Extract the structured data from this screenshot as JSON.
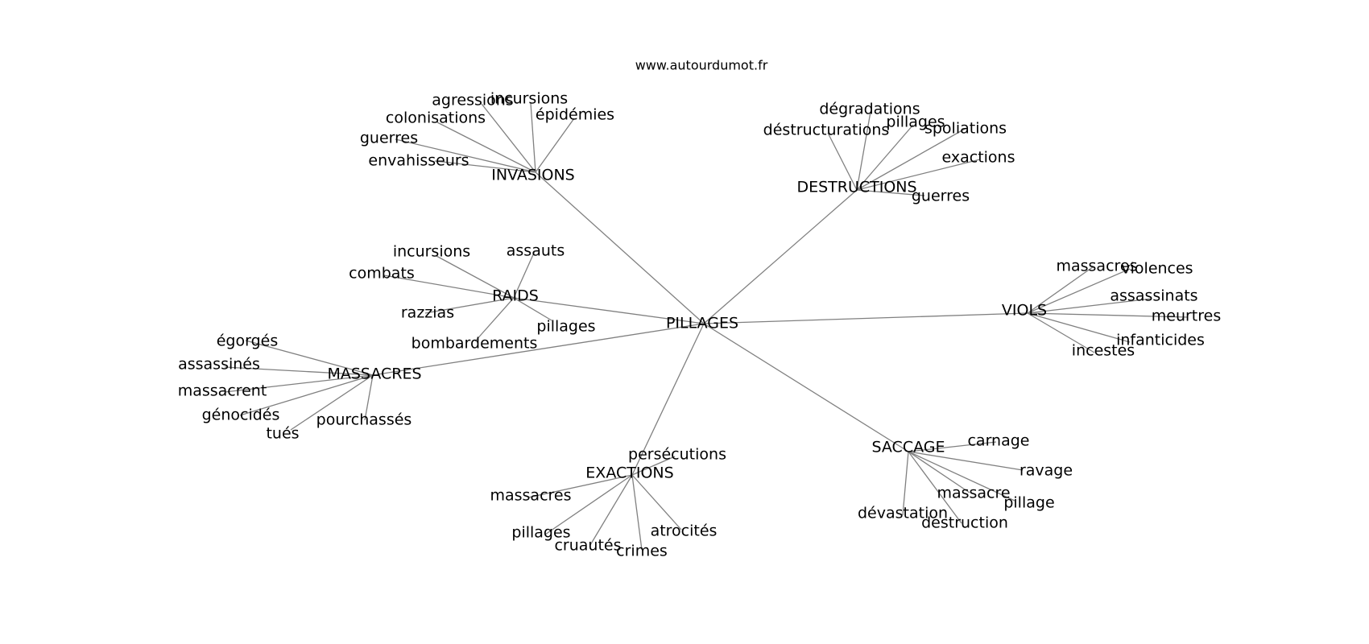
{
  "watermark": "www.autourdumot.fr",
  "graph": {
    "root": "PILLAGES",
    "clusters": [
      {
        "hub": "INVASIONS",
        "words": [
          "agressions",
          "incursions",
          "épidémies",
          "colonisations",
          "guerres",
          "envahisseurs"
        ]
      },
      {
        "hub": "DESTRUCTIONS",
        "words": [
          "dégradations",
          "déstructurations",
          "pillages",
          "spoliations",
          "exactions",
          "guerres"
        ]
      },
      {
        "hub": "RAIDS",
        "words": [
          "incursions",
          "assauts",
          "combats",
          "razzias",
          "pillages",
          "bombardements"
        ]
      },
      {
        "hub": "VIOLS",
        "words": [
          "massacres",
          "violences",
          "assassinats",
          "meurtres",
          "infanticides",
          "incestes"
        ]
      },
      {
        "hub": "MASSACRES",
        "words": [
          "égorgés",
          "assassinés",
          "massacrent",
          "génocidés",
          "tués",
          "pourchassés"
        ]
      },
      {
        "hub": "EXACTIONS",
        "words": [
          "persécutions",
          "massacres",
          "pillages",
          "cruautés",
          "crimes",
          "atrocités"
        ]
      },
      {
        "hub": "SACCAGE",
        "words": [
          "carnage",
          "ravage",
          "massacre",
          "pillage",
          "dévastation",
          "destruction"
        ]
      }
    ]
  }
}
